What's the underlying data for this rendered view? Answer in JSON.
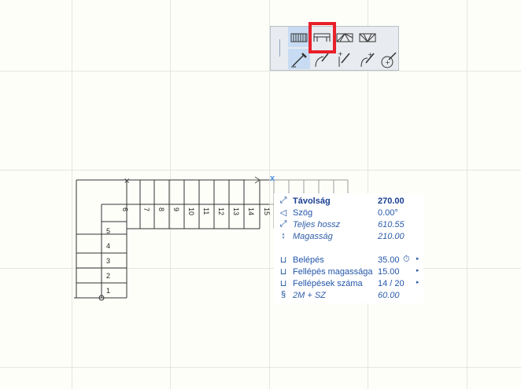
{
  "toolbar": {
    "buttons_top": [
      "straight-run-stair-icon",
      "landing-stair-icon",
      "winder-stair-icon",
      "spiral-winder-stair-icon"
    ],
    "buttons_bottom": [
      "straight-segment-tool-icon",
      "arc-segment-tool-icon",
      "polyline-segment-tool-icon",
      "tangent-arc-tool-icon",
      "center-arc-tool-icon"
    ]
  },
  "cursor_marker": "x",
  "stair": {
    "lower_steps": [
      "5",
      "4",
      "3",
      "2",
      "1"
    ],
    "upper_steps": [
      "6",
      "7",
      "8",
      "9",
      "10",
      "11",
      "12",
      "13",
      "14",
      "15"
    ]
  },
  "info_panel": {
    "rows": [
      {
        "icon": "⤢",
        "label": "Távolság",
        "value": "270.00",
        "style": "bold"
      },
      {
        "icon": "◁",
        "label": "Szög",
        "value": "0.00°",
        "style": "normal"
      },
      {
        "icon": "⤢",
        "label": "Teljes hossz",
        "value": "610.55",
        "style": "italic"
      },
      {
        "icon": "↕",
        "label": "Magasság",
        "value": "210.00",
        "style": "italic"
      },
      {
        "icon": "⊔",
        "label": "Belépés",
        "value": "35.00",
        "extra": "⏱",
        "arrow": "▸",
        "style": "normal"
      },
      {
        "icon": "⊔",
        "label": "Fellépés magassága",
        "value": "15.00",
        "arrow": "▸",
        "style": "normal"
      },
      {
        "icon": "⊔",
        "label": "Fellépések száma",
        "value": "14 / 20",
        "arrow": "▸",
        "style": "normal"
      },
      {
        "icon": "§",
        "label": "2M + SZ",
        "value": "60.00",
        "style": "italic"
      }
    ]
  }
}
